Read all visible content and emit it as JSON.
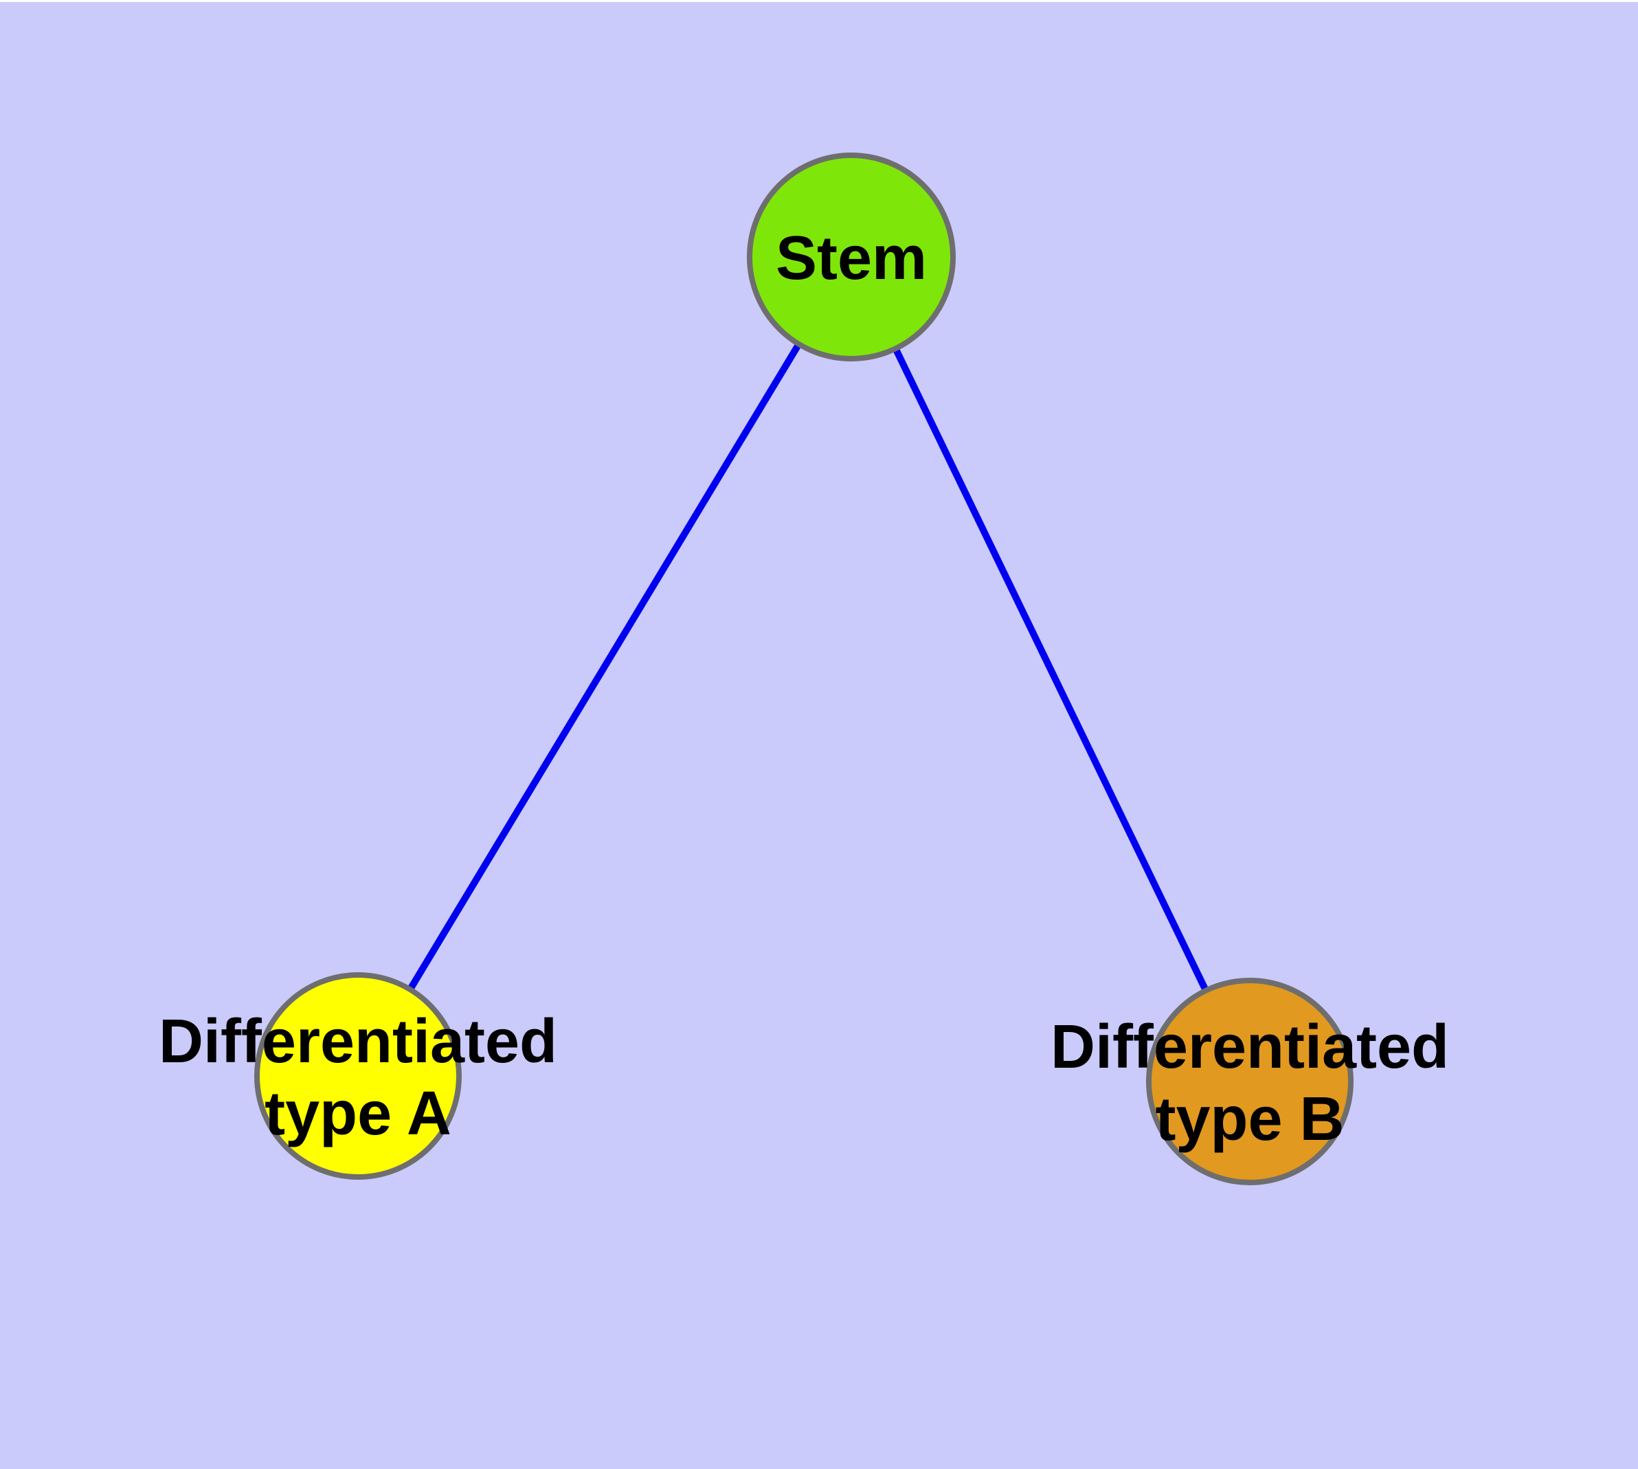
{
  "diagram": {
    "type": "graph",
    "background_color": "#CACAFB",
    "edge_color": "#0000F0",
    "node_border_color": "#6E6E6E",
    "text_color": "#000000",
    "nodes": {
      "stem": {
        "label": "Stem",
        "color": "#7FE60A"
      },
      "type_a": {
        "label_line1": "Differentiated",
        "label_line2": "type A",
        "color": "#FFFF00"
      },
      "type_b": {
        "label_line1": "Differentiated",
        "label_line2": "type B",
        "color": "#E2991F"
      }
    },
    "edges": [
      {
        "from": "Stem",
        "to": "Differentiated type A"
      },
      {
        "from": "Stem",
        "to": "Differentiated type B"
      }
    ]
  }
}
